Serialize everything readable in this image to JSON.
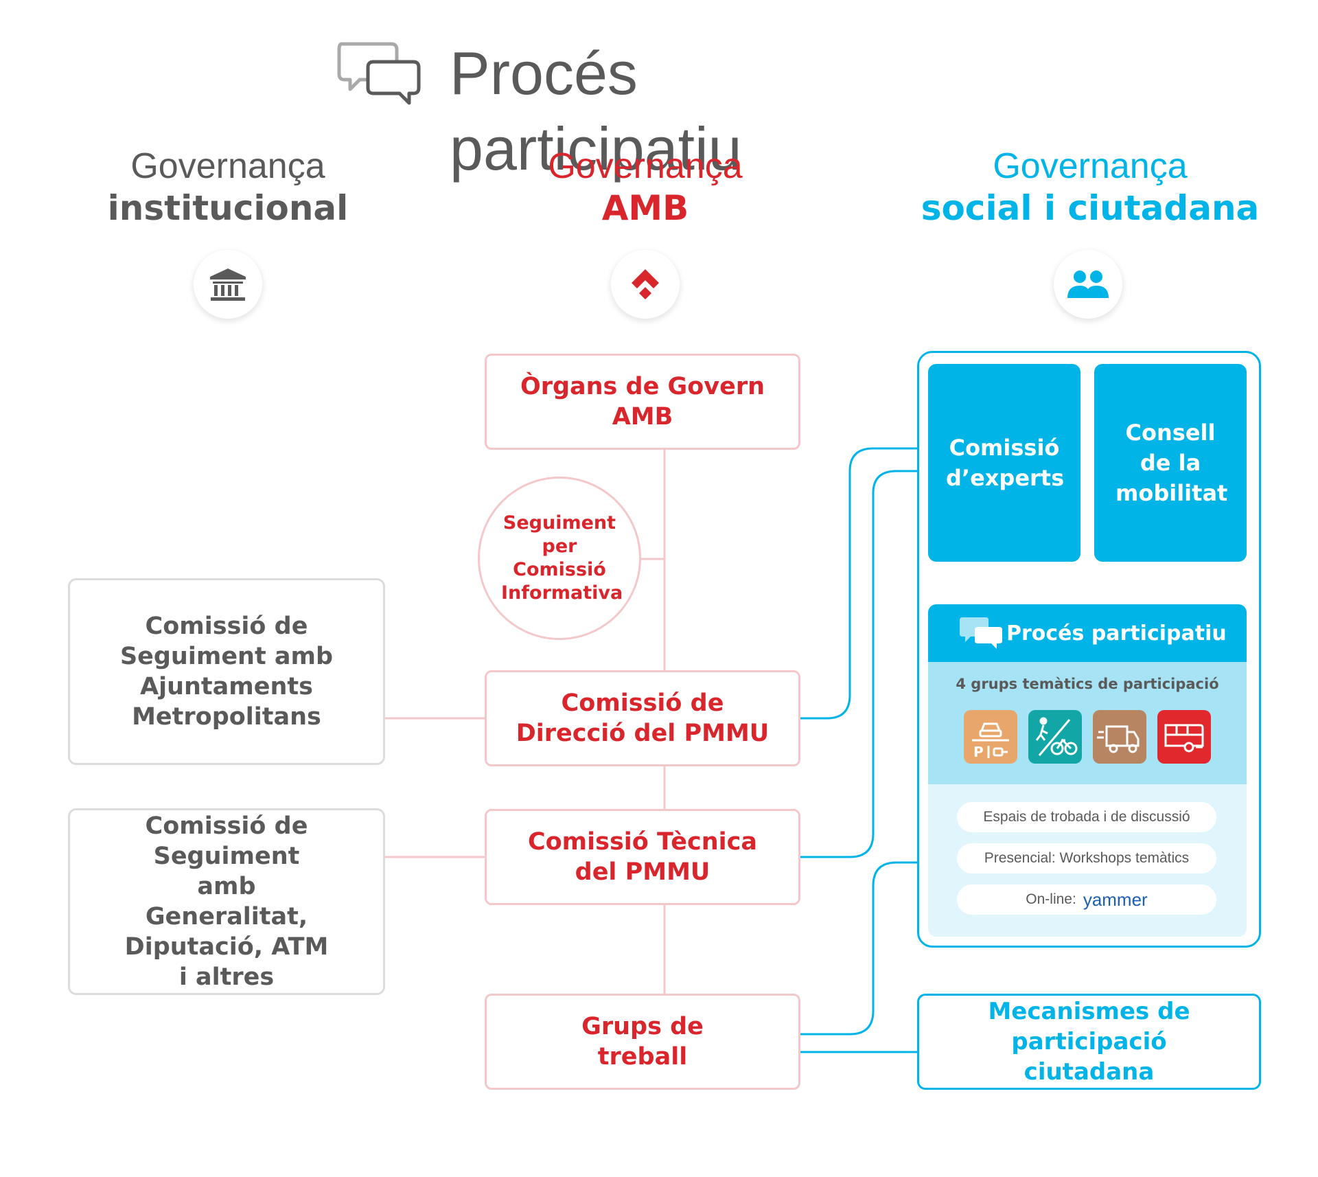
{
  "title": "Procés participatiu",
  "columns": {
    "institutional": {
      "line1": "Governança",
      "line2": "institucional",
      "icon": "institution-icon",
      "color": "#5a5a5a"
    },
    "amb": {
      "line1": "Governança",
      "line2": "AMB",
      "icon": "amb-logo-icon",
      "color": "#d9262c"
    },
    "social": {
      "line1": "Governança",
      "line2": "social i ciutadana",
      "icon": "people-icon",
      "color": "#00b4e8"
    }
  },
  "amb_boxes": {
    "organs": "Òrgans de Govern AMB",
    "seguiment": "Seguiment per Comissió Informativa",
    "direccio": "Comissió de Direcció del PMMU",
    "tecnica": "Comissió Tècnica del PMMU",
    "grups": "Grups de treball"
  },
  "institutional_boxes": {
    "ajuntaments": "Comissió de Seguiment amb Ajuntaments Metropolitans",
    "generalitat": "Comissió de Seguiment amb Generalitat, Diputació, ATM i altres"
  },
  "social_boxes": {
    "experts": "Comissió d’experts",
    "consell": "Consell de la mobilitat",
    "proces_header": "Procés participatiu",
    "grups_label": "4 grups temàtics de participació",
    "themes": [
      {
        "name": "parking-charging-icon",
        "color": "#e9a66b"
      },
      {
        "name": "walk-bike-icon",
        "color": "#12a7a6"
      },
      {
        "name": "delivery-truck-icon",
        "color": "#b88563"
      },
      {
        "name": "bus-icon",
        "color": "#e1282d"
      }
    ],
    "pill1": "Espais de trobada i de discussió",
    "pill2": "Presencial: Workshops temàtics",
    "pill3_prefix": "On-line:",
    "pill3_brand": "yammer",
    "mecanismes": "Mecanismes de participació ciutadana"
  },
  "colors": {
    "red": "#d9262c",
    "red_light": "#f4c7c9",
    "grey": "#5a5a5a",
    "blue": "#00b4e8",
    "blue_light": "#a6e3f5",
    "blue_pale": "#e0f5fc"
  }
}
